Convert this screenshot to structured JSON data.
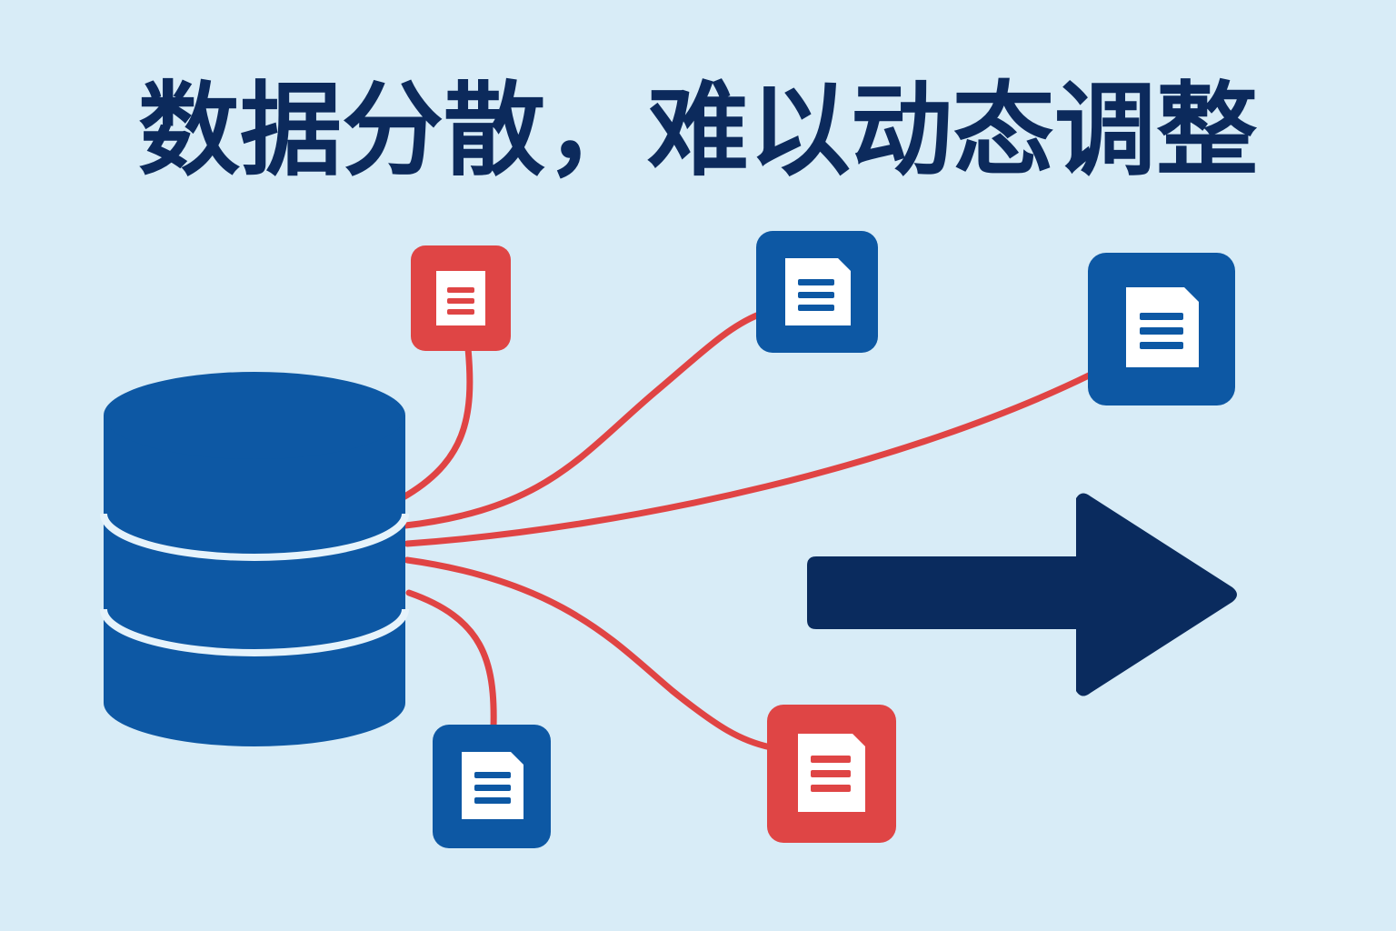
{
  "title": "数据分散，难以动态调整",
  "colors": {
    "background": "#d8ecf7",
    "title": "#0c2a5c",
    "database": "#0d58a4",
    "database_separator": "#e6f3fb",
    "connector": "#e04444",
    "doc_red": "#df4545",
    "doc_blue": "#0d58a4",
    "doc_paper": "#ffffff",
    "arrow": "#0a2b5e"
  },
  "icons": {
    "database": "database-icon",
    "document": "document-icon",
    "arrow": "arrow-right-icon"
  },
  "documents": [
    {
      "id": "doc-top-left",
      "color": "red"
    },
    {
      "id": "doc-top-center",
      "color": "blue"
    },
    {
      "id": "doc-top-right",
      "color": "blue"
    },
    {
      "id": "doc-bottom-left",
      "color": "blue"
    },
    {
      "id": "doc-bottom-right",
      "color": "red"
    }
  ]
}
